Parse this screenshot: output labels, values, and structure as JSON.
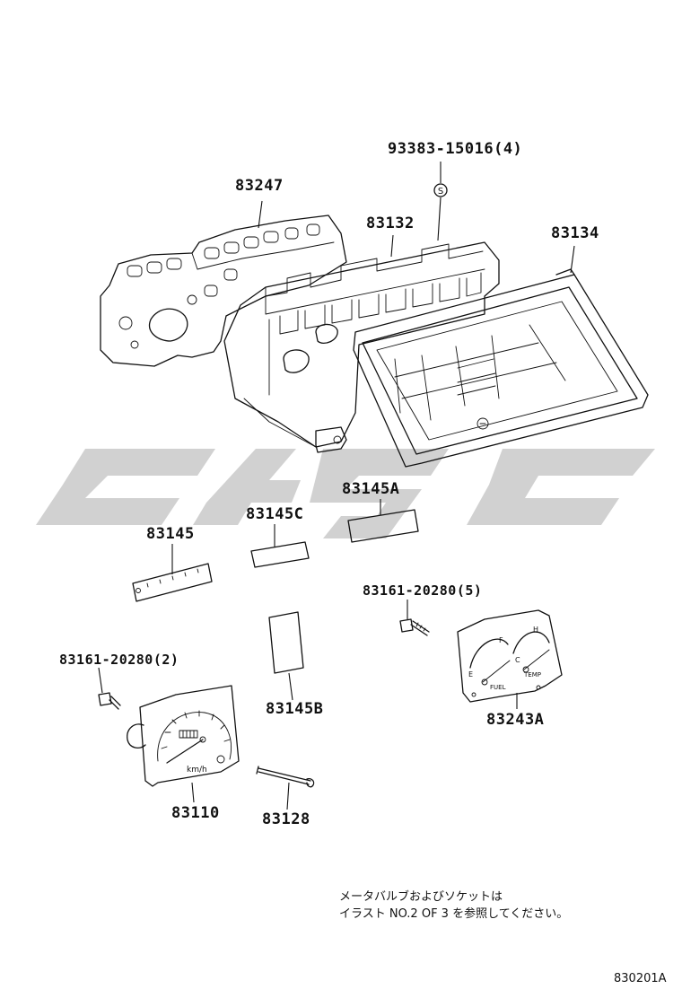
{
  "parts": {
    "p93383": "93383-15016(4)",
    "p83247": "83247",
    "p83132": "83132",
    "p83134": "83134",
    "p83145A": "83145A",
    "p83145C": "83145C",
    "p83145": "83145",
    "p83161_5": "83161-20280(5)",
    "p83161_2": "83161-20280(2)",
    "p83145B": "83145B",
    "p83243A": "83243A",
    "p83110": "83110",
    "p83128": "83128"
  },
  "symbols": {
    "screw_marker": "S"
  },
  "gauge_text": {
    "speedo_unit": "km/h",
    "fuel_e": "E",
    "fuel_f": "F",
    "fuel_label": "FUEL",
    "temp_c": "C",
    "temp_h": "H",
    "temp_label": "TEMP"
  },
  "note": {
    "line1": "メータバルブおよびソケットは",
    "line2": "イラスト NO.2 OF 3 を参照してください。"
  },
  "figure_id": "830201A"
}
